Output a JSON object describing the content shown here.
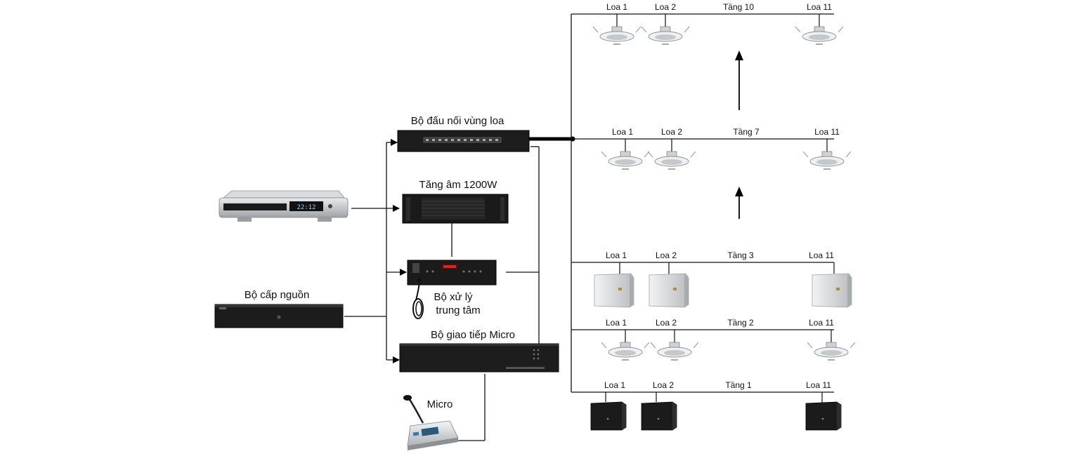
{
  "devices": {
    "zone_connector": "Bộ đấu nối vùng loa",
    "amplifier": "Tăng âm 1200W",
    "processor_line1": "Bộ xử lý",
    "processor_line2": "trung tâm",
    "power_supply": "Bộ cấp nguồn",
    "mic_interface": "Bộ giao tiếp Micro",
    "microphone": "Micro"
  },
  "floors": [
    {
      "name": "Tầng 10",
      "speakers": [
        "Loa 1",
        "Loa 2",
        "Loa 11"
      ],
      "speaker_type": "ceiling"
    },
    {
      "name": "Tầng 7",
      "speakers": [
        "Loa 1",
        "Loa 2",
        "Loa 11"
      ],
      "speaker_type": "ceiling"
    },
    {
      "name": "Tầng 3",
      "speakers": [
        "Loa 1",
        "Loa 2",
        "Loa 11"
      ],
      "speaker_type": "wall"
    },
    {
      "name": "Tầng 2",
      "speakers": [
        "Loa 1",
        "Loa 2",
        "Loa 11"
      ],
      "speaker_type": "ceiling"
    },
    {
      "name": "Tầng 1",
      "speakers": [
        "Loa 1",
        "Loa 2",
        "Loa 11"
      ],
      "speaker_type": "box"
    }
  ],
  "player_display": "22:12",
  "colors": {
    "line": "#111111",
    "device": "#1f1f1f",
    "player": "#c9ccd0"
  }
}
